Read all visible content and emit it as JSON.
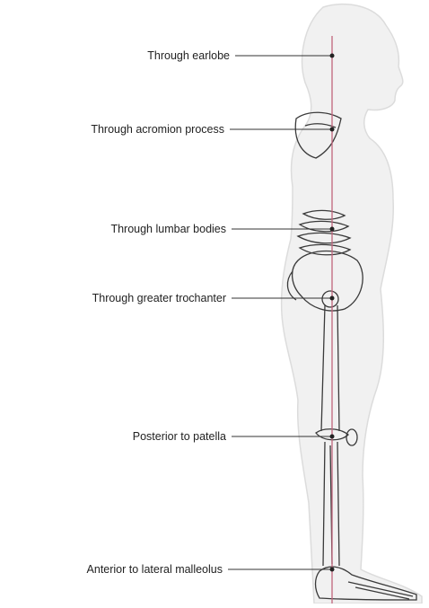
{
  "figure": {
    "colors": {
      "plumb_line": "#c0647c",
      "leader_line": "#333333",
      "silhouette_fill": "#f1f1f1",
      "silhouette_stroke": "#dcdcdc",
      "bone_stroke": "#3a3a3a",
      "label_text": "#222222"
    },
    "landmarks": [
      {
        "label": "Through earlobe"
      },
      {
        "label": "Through acromion process"
      },
      {
        "label": "Through lumbar bodies"
      },
      {
        "label": "Through greater trochanter"
      },
      {
        "label": "Posterior to patella"
      },
      {
        "label": "Anterior to lateral malleolus"
      }
    ]
  }
}
